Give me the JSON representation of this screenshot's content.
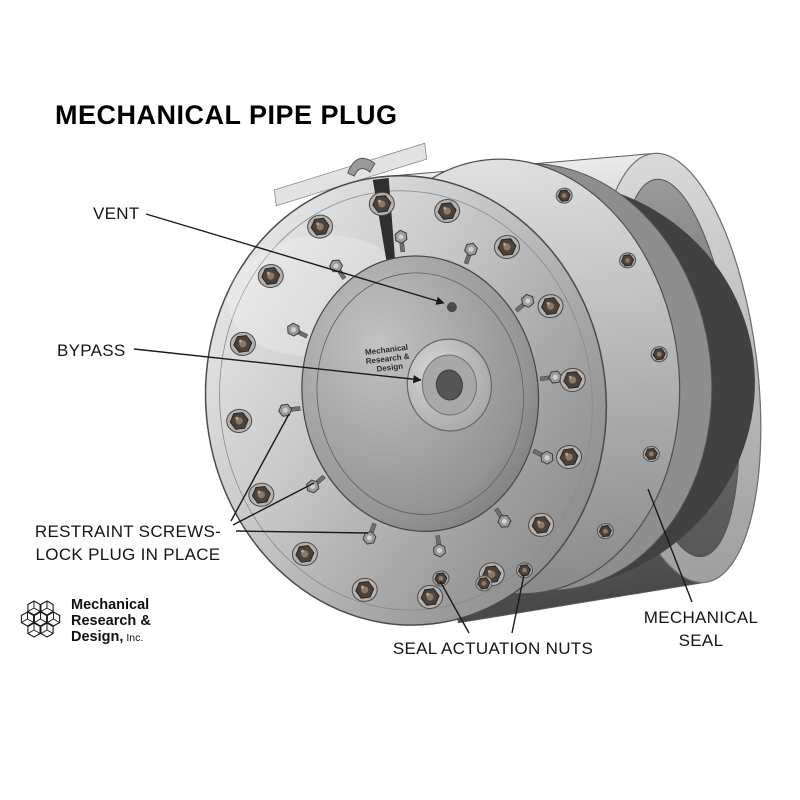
{
  "title": "MECHANICAL PIPE PLUG",
  "labels": {
    "vent": "VENT",
    "bypass": "BYPASS",
    "restraint_line1": "RESTRAINT SCREWS-",
    "restraint_line2": "LOCK PLUG IN PLACE",
    "seal_actuation": "SEAL ACTUATION NUTS",
    "mechanical_seal_line1": "MECHANICAL",
    "mechanical_seal_line2": "SEAL"
  },
  "engraving": {
    "line1": "Mechanical",
    "line2": "Research &",
    "line3": "Design"
  },
  "logo": {
    "line1": "Mechanical",
    "line2": "Research &",
    "line3": "Design,",
    "suffix": "Inc."
  },
  "colors": {
    "background": "#ffffff",
    "text": "#151515",
    "leader_line": "#1a1a1a",
    "metal_light": "#ededed",
    "metal_mid": "#9a9a9a",
    "metal_dark": "#474747",
    "nut_bronze": "#4e4238"
  }
}
